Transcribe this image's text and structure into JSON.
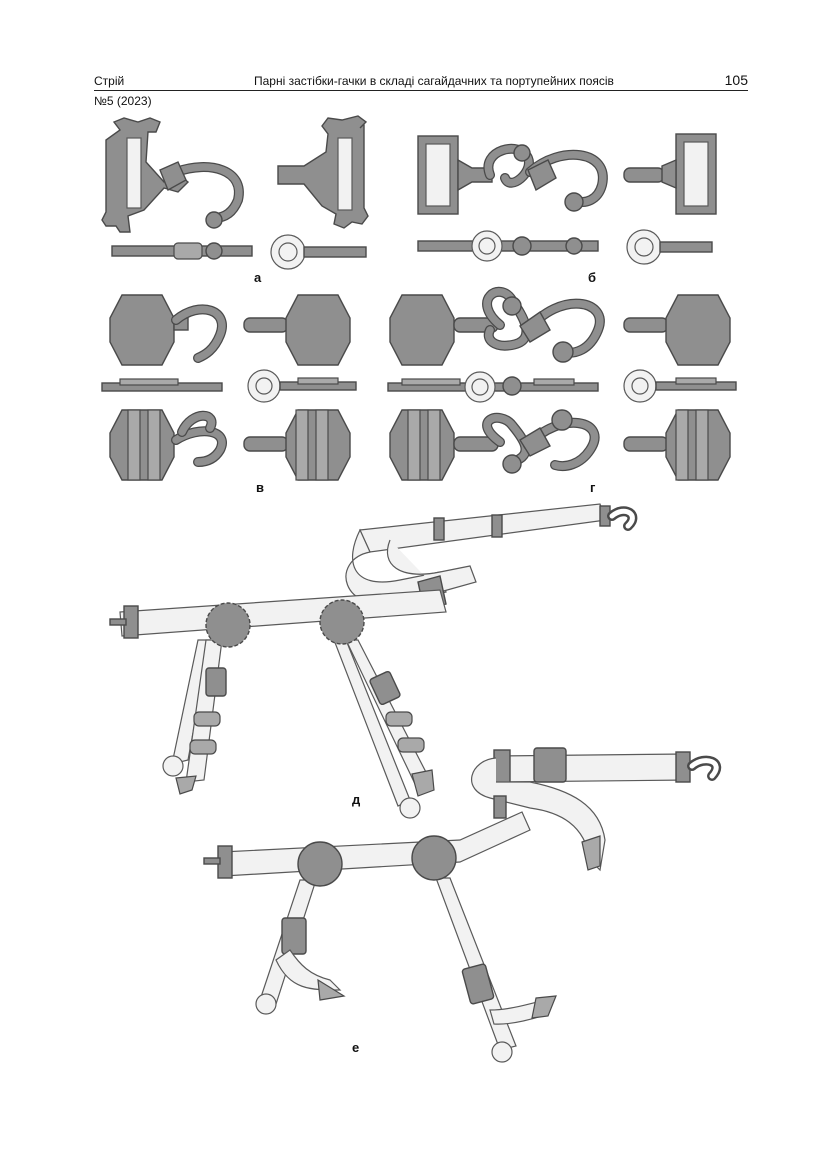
{
  "header": {
    "journal": "Стрій",
    "title": "Парні застібки-гачки в складі сагайдачних та портупейних поясів",
    "page": "105",
    "issue": "№5 (2023)"
  },
  "figure": {
    "labels": {
      "a": "а",
      "b": "б",
      "v": "в",
      "g": "г",
      "d": "д",
      "e": "е"
    }
  }
}
